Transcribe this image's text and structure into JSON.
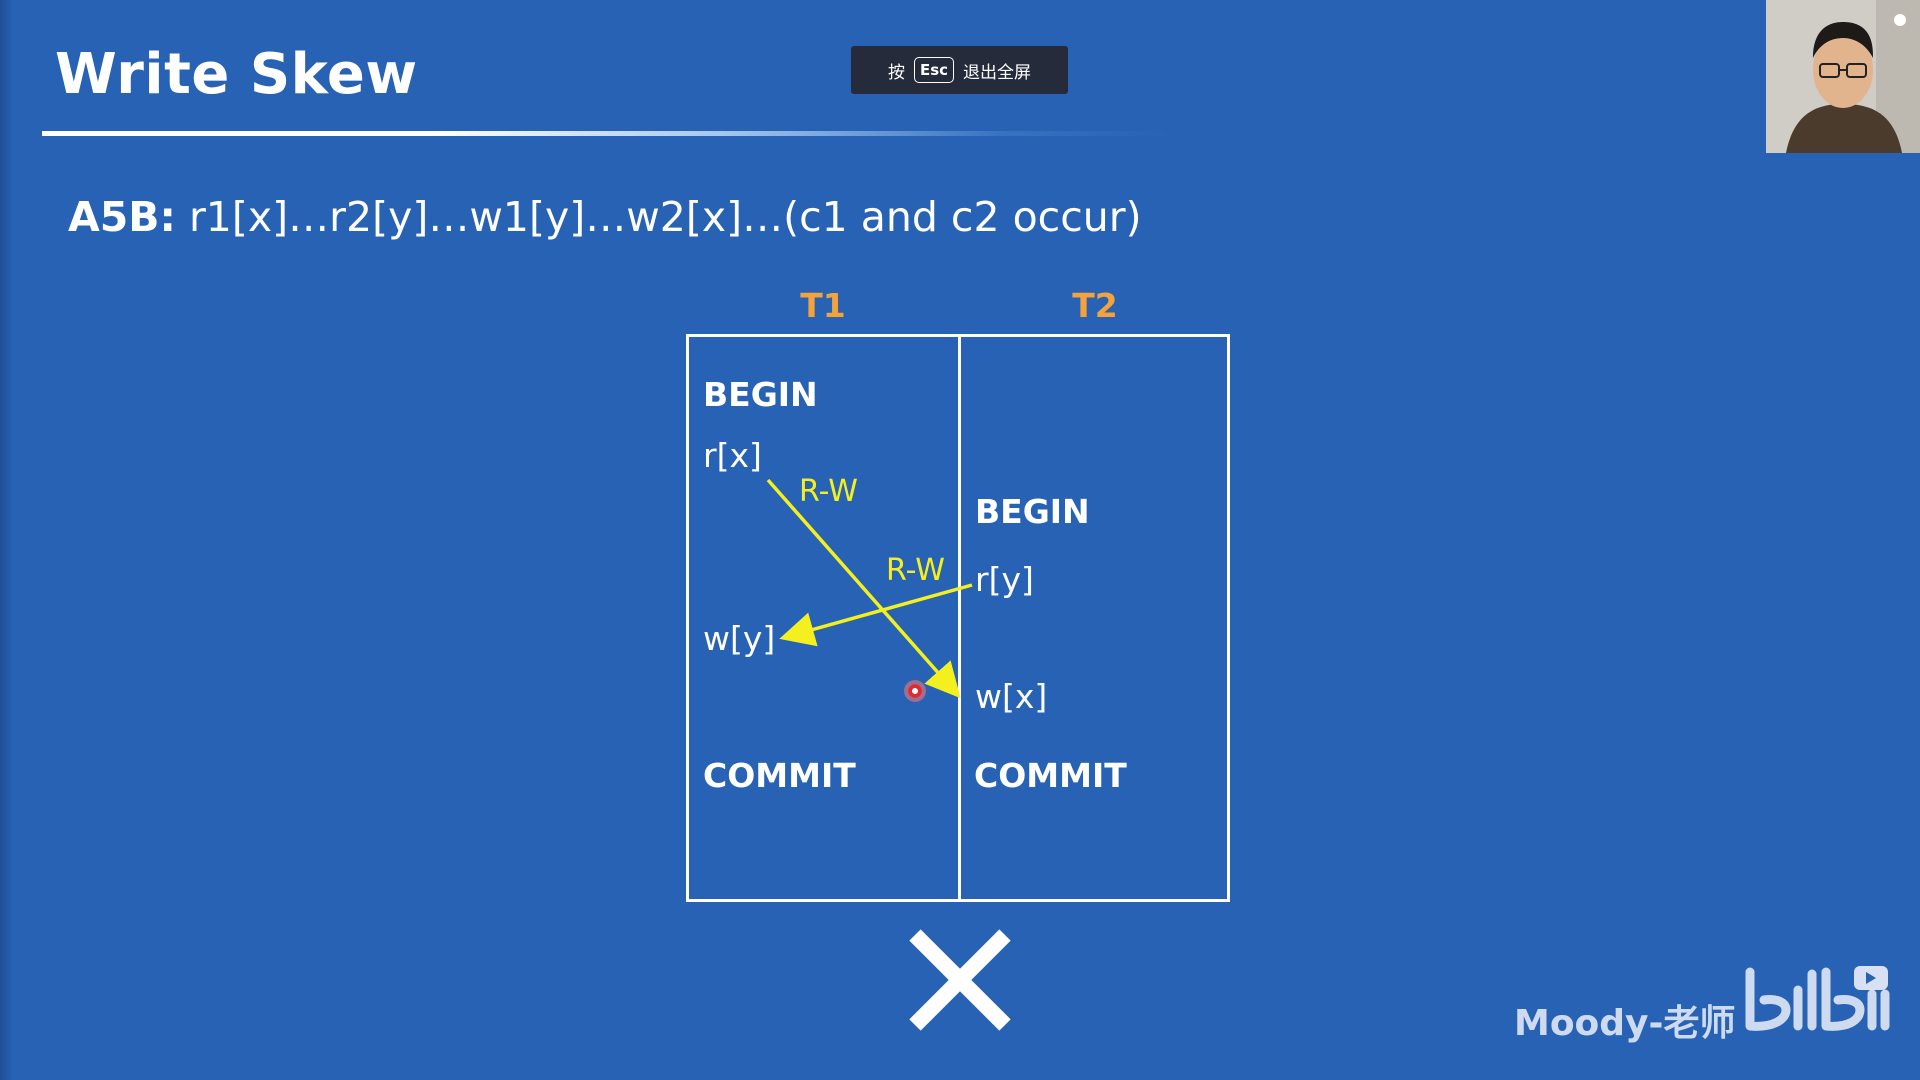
{
  "slide": {
    "title": "Write Skew",
    "formula_label": "A5B:",
    "formula_text": " r1[x]…r2[y]…w1[y]…w2[x]…(c1 and c2 occur)"
  },
  "esc_toast": {
    "prefix": "按",
    "key": "Esc",
    "suffix": "退出全屏"
  },
  "diagram": {
    "columns": [
      {
        "header": "T1"
      },
      {
        "header": "T2"
      }
    ],
    "t1_ops": {
      "begin": "BEGIN",
      "read": "r[x]",
      "write": "w[y]",
      "commit": "COMMIT"
    },
    "t2_ops": {
      "begin": "BEGIN",
      "read": "r[y]",
      "write": "w[x]",
      "commit": "COMMIT"
    },
    "edges": [
      {
        "label": "R-W",
        "from": "T1 r[x]",
        "to": "T2 w[x]"
      },
      {
        "label": "R-W",
        "from": "T2 r[y]",
        "to": "T1 w[y]"
      }
    ],
    "result_icon": "cross-icon",
    "edge_color": "#f4f020",
    "header_color": "#f3a23c"
  },
  "watermark": {
    "text": "Moody-老师",
    "logo_icon": "bilibili-logo"
  },
  "webcam": {
    "icon": "presenter-webcam"
  }
}
